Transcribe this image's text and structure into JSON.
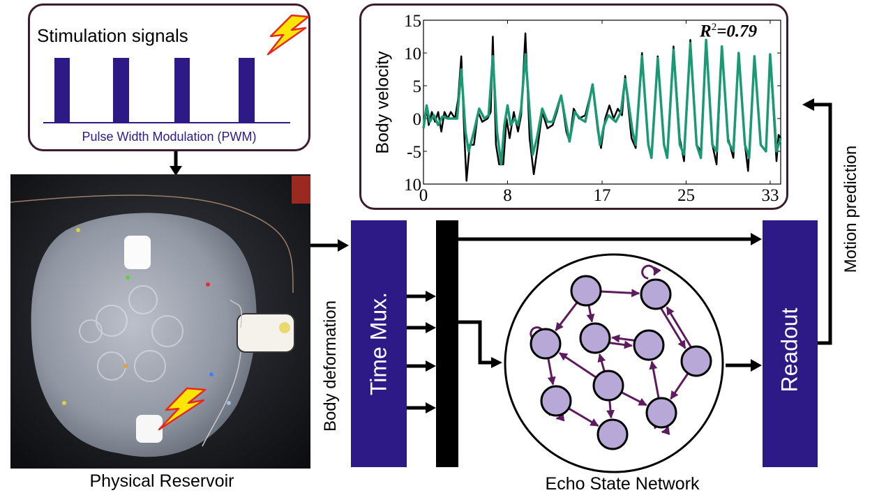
{
  "stimulation": {
    "title": "Stimulation signals",
    "caption": "Pulse Width Modulation (PWM)",
    "pulse_count": 4
  },
  "reservoir": {
    "caption": "Physical Reservoir"
  },
  "flow": {
    "body_deformation": "Body deformation",
    "time_mux": "Time Mux.",
    "readout": "Readout",
    "motion_prediction": "Motion prediction",
    "esn_caption": "Echo State Network"
  },
  "colors": {
    "block": "#2e1a87",
    "measured": "#000000",
    "predicted": "#1a9a74",
    "edge": "#5e1a5e",
    "node": "#b7a8d8",
    "bolt": "#ffe600"
  },
  "chart_data": {
    "type": "line",
    "title": "",
    "xlabel": "",
    "ylabel": "Body velocity",
    "annotation": "R²=0.79",
    "annotation_base": "R",
    "annotation_sup": "2",
    "annotation_rest": "=0.79",
    "xlim": [
      0,
      34
    ],
    "ylim": [
      -10,
      15
    ],
    "xticks": [
      0,
      8,
      17,
      25,
      33
    ],
    "yticks": [
      15,
      10,
      5,
      0,
      -5,
      -10
    ],
    "ytick_labels": [
      "15",
      "10",
      "5",
      "0",
      "-5",
      "10"
    ],
    "grid": false,
    "series": [
      {
        "name": "measured",
        "color": "#000000",
        "points": [
          [
            0,
            -1.5
          ],
          [
            0.3,
            1.5
          ],
          [
            0.5,
            -1
          ],
          [
            0.8,
            1
          ],
          [
            1.1,
            -0.5
          ],
          [
            1.4,
            1
          ],
          [
            1.7,
            -2
          ],
          [
            2,
            1
          ],
          [
            2.3,
            0
          ],
          [
            2.6,
            1
          ],
          [
            3,
            0
          ],
          [
            3.3,
            3
          ],
          [
            3.6,
            9.5
          ],
          [
            3.9,
            -3
          ],
          [
            4.1,
            -9.5
          ],
          [
            4.4,
            -4
          ],
          [
            4.8,
            -4
          ],
          [
            5.2,
            1
          ],
          [
            5.6,
            -0.5
          ],
          [
            6.1,
            0
          ],
          [
            6.4,
            1
          ],
          [
            6.6,
            12.5
          ],
          [
            6.9,
            -4
          ],
          [
            7.2,
            -7
          ],
          [
            7.6,
            -7
          ],
          [
            7.9,
            0
          ],
          [
            8.2,
            -3
          ],
          [
            8.6,
            1
          ],
          [
            9,
            -2
          ],
          [
            9.3,
            0.5
          ],
          [
            9.7,
            13
          ],
          [
            10.1,
            -3
          ],
          [
            10.5,
            -8.5
          ],
          [
            10.9,
            -4
          ],
          [
            11.3,
            1
          ],
          [
            11.8,
            -1.5
          ],
          [
            12.3,
            -1
          ],
          [
            12.7,
            1
          ],
          [
            13.1,
            3.5
          ],
          [
            13.6,
            -2
          ],
          [
            13.9,
            -3.5
          ],
          [
            14.3,
            1.5
          ],
          [
            14.8,
            0
          ],
          [
            15.4,
            0.5
          ],
          [
            16.1,
            5
          ],
          [
            16.6,
            -2
          ],
          [
            16.9,
            -4.5
          ],
          [
            17.3,
            0
          ],
          [
            17.7,
            2
          ],
          [
            18.1,
            0
          ],
          [
            18.5,
            1.5
          ],
          [
            18.9,
            0.5
          ],
          [
            19.2,
            6.5
          ],
          [
            19.8,
            -3
          ],
          [
            20.2,
            -4.5
          ],
          [
            20.8,
            10
          ],
          [
            21.4,
            -4
          ],
          [
            21.7,
            -5.5
          ],
          [
            22.3,
            9.5
          ],
          [
            22.9,
            -4
          ],
          [
            23.2,
            -5.5
          ],
          [
            23.8,
            11
          ],
          [
            24.4,
            -3
          ],
          [
            24.8,
            -6.5
          ],
          [
            25.4,
            12
          ],
          [
            26,
            -4
          ],
          [
            26.4,
            -5
          ],
          [
            26.9,
            12
          ],
          [
            27.5,
            -4
          ],
          [
            27.9,
            -7
          ],
          [
            28.4,
            11
          ],
          [
            29,
            -3
          ],
          [
            29.5,
            -6
          ],
          [
            30,
            10
          ],
          [
            30.6,
            -4
          ],
          [
            30.9,
            -8
          ],
          [
            31.5,
            9.5
          ],
          [
            32.1,
            -4
          ],
          [
            32.6,
            -5
          ],
          [
            33,
            9.5
          ],
          [
            33.6,
            -6.5
          ],
          [
            33.8,
            -2.5
          ],
          [
            34,
            -3
          ]
        ]
      },
      {
        "name": "predicted",
        "color": "#1a9a74",
        "points": [
          [
            0,
            -1.5
          ],
          [
            0.3,
            2
          ],
          [
            0.6,
            -0.5
          ],
          [
            1,
            0.5
          ],
          [
            1.4,
            -1
          ],
          [
            1.8,
            0.3
          ],
          [
            2.3,
            0
          ],
          [
            2.8,
            0
          ],
          [
            3.2,
            0
          ],
          [
            3.6,
            7.5
          ],
          [
            4,
            -2
          ],
          [
            4.3,
            -5
          ],
          [
            4.8,
            -2
          ],
          [
            5.3,
            1.5
          ],
          [
            5.8,
            0
          ],
          [
            6.2,
            0.5
          ],
          [
            6.6,
            9.5
          ],
          [
            7,
            -2
          ],
          [
            7.4,
            -7
          ],
          [
            7.7,
            -1
          ],
          [
            8,
            2
          ],
          [
            8.3,
            -1
          ],
          [
            8.7,
            0
          ],
          [
            9,
            -1
          ],
          [
            9.3,
            1.5
          ],
          [
            9.7,
            9.8
          ],
          [
            10.4,
            -5.5
          ],
          [
            10.8,
            -3
          ],
          [
            11.3,
            1.5
          ],
          [
            11.8,
            -0.5
          ],
          [
            12.3,
            -0.5
          ],
          [
            13.1,
            3.5
          ],
          [
            13.6,
            -1
          ],
          [
            13.9,
            -3.5
          ],
          [
            14.4,
            1
          ],
          [
            14.9,
            0
          ],
          [
            15.4,
            -0.5
          ],
          [
            16.1,
            5.2
          ],
          [
            16.8,
            -4
          ],
          [
            17.2,
            -1
          ],
          [
            17.6,
            0.5
          ],
          [
            18.3,
            -0.5
          ],
          [
            18.8,
            1
          ],
          [
            19.2,
            6
          ],
          [
            19.9,
            -2
          ],
          [
            20.2,
            -4
          ],
          [
            20.8,
            9.5
          ],
          [
            21.4,
            -4
          ],
          [
            21.7,
            -6
          ],
          [
            22.3,
            9.2
          ],
          [
            22.9,
            -4
          ],
          [
            23.2,
            -6
          ],
          [
            23.8,
            10.5
          ],
          [
            24.4,
            -4
          ],
          [
            24.8,
            -5.5
          ],
          [
            25.4,
            11.5
          ],
          [
            26,
            -4
          ],
          [
            26.4,
            -6
          ],
          [
            26.9,
            12
          ],
          [
            27.5,
            -4
          ],
          [
            27.9,
            -5
          ],
          [
            28.4,
            11
          ],
          [
            29,
            -3.5
          ],
          [
            29.5,
            -5
          ],
          [
            30,
            10
          ],
          [
            30.6,
            -4
          ],
          [
            31,
            -6
          ],
          [
            31.5,
            9.5
          ],
          [
            32.1,
            -4
          ],
          [
            32.6,
            -5
          ],
          [
            33,
            9.8
          ],
          [
            33.6,
            -5
          ],
          [
            34,
            -3
          ]
        ]
      }
    ]
  }
}
